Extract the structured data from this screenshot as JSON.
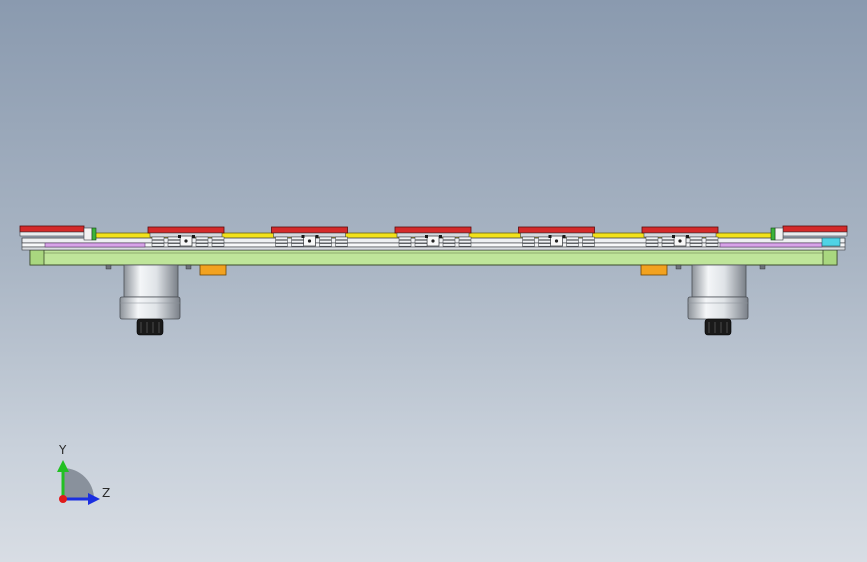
{
  "viewport": {
    "background_top": "#8a9aaf",
    "background_bottom": "#d8dde4"
  },
  "model": {
    "colors": {
      "red_rail": "#d42a2a",
      "yellow_bar": "#f2e11a",
      "green_plate": "#bfe59a",
      "orange_block": "#f2a21f",
      "pink_strip": "#d7a3e8",
      "cyan_strip": "#4fd3e6",
      "metal_light": "#e9ecef",
      "metal_dark": "#6e737a",
      "black": "#121212"
    },
    "carriage_count": 5,
    "motor_count": 2
  },
  "triad": {
    "y_label": "Y",
    "z_label": "Z",
    "y_color": "#22c022",
    "z_color": "#1a2ee0",
    "x_color": "#e01a1a"
  }
}
